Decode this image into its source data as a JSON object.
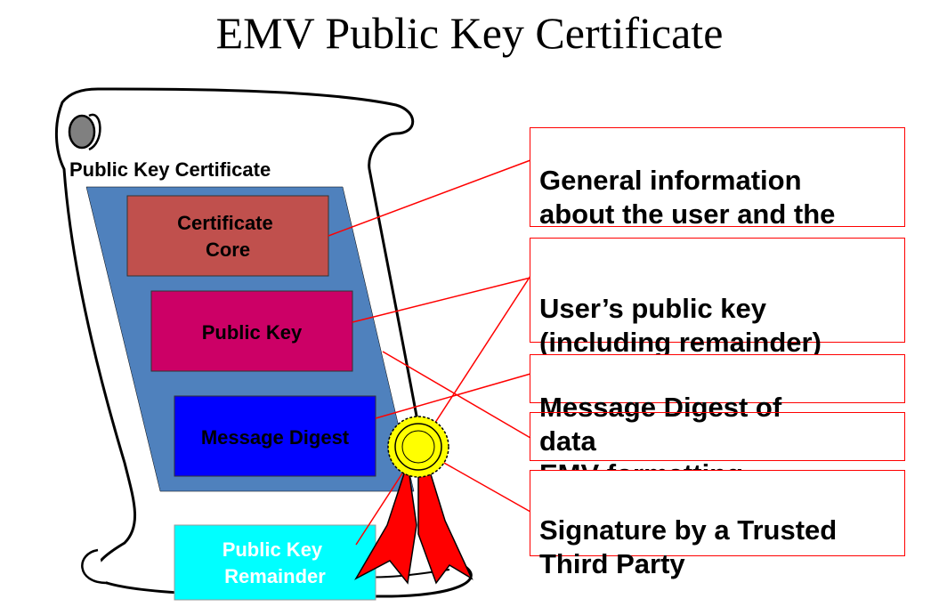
{
  "title": "EMV Public Key Certificate",
  "scroll": {
    "heading": "Public Key Certificate"
  },
  "blocks": {
    "core": "Certificate\nCore",
    "public_key": "Public Key",
    "digest": "Message Digest",
    "remainder": "Public Key\nRemainder"
  },
  "callouts": {
    "general": "General information\nabout the user and the\napplication",
    "user_key": "User’s public key\n(including remainder)",
    "digest": "Message Digest of\ndata",
    "formatting": "EMV formatting",
    "signature": "Signature by a Trusted\nThird Party"
  },
  "colors": {
    "panel": "#4f81bd",
    "core": "#c0504d",
    "public_key": "#cc0066",
    "digest": "#0000ff",
    "remainder": "#00ffff",
    "connector": "#ff0000",
    "seal": "#ffff00",
    "ribbon": "#ff0000"
  }
}
